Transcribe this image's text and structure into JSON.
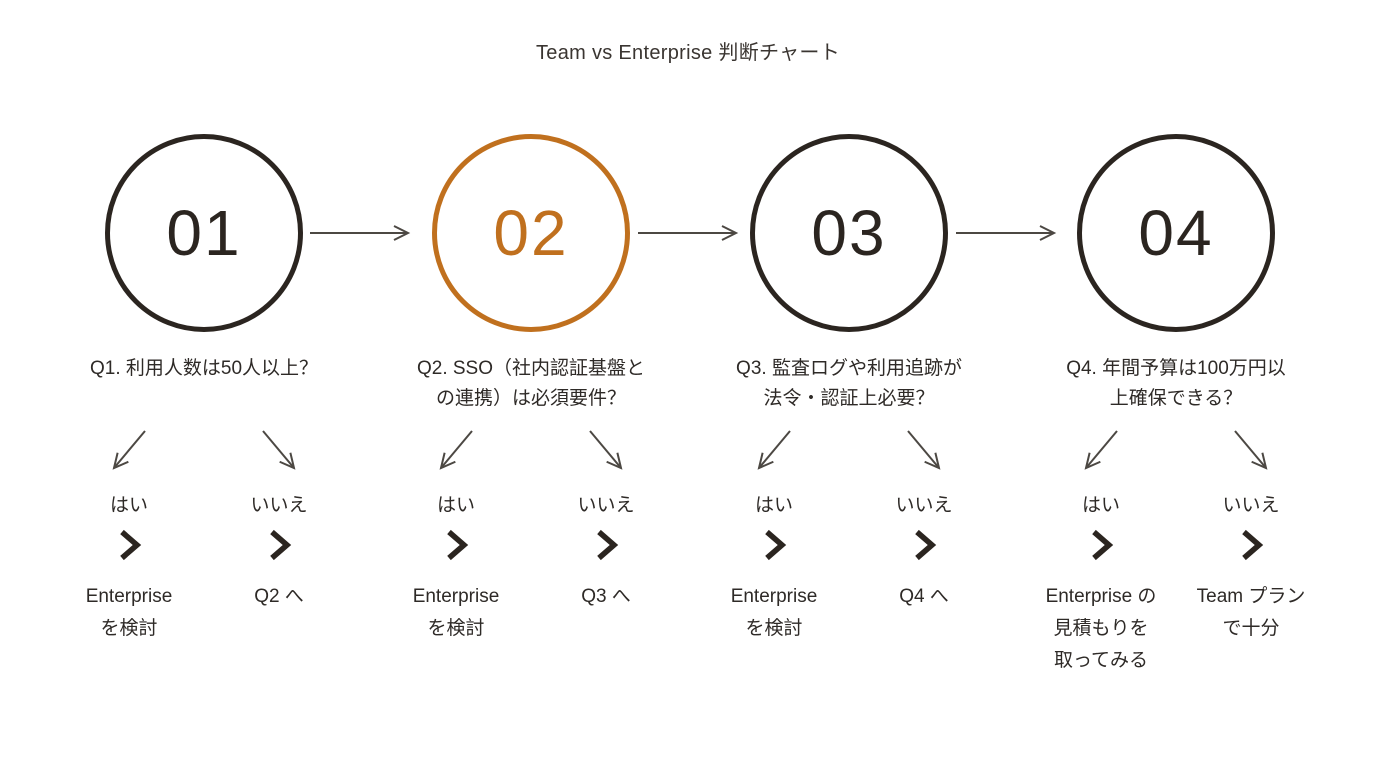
{
  "title": "Team vs Enterprise 判断チャート",
  "colors": {
    "accent": "#C0701E",
    "ink": "#2B2520",
    "arrow": "#4C4843"
  },
  "steps": [
    {
      "number": "01",
      "highlighted": false,
      "question": "Q1. 利用人数は50人以上？",
      "yes": {
        "label": "はい",
        "outcome": "Enterprise\nを検討"
      },
      "no": {
        "label": "いいえ",
        "outcome": "Q2 へ"
      }
    },
    {
      "number": "02",
      "highlighted": true,
      "question": "Q2. SSO（社内認証基盤と\nの連携）は必須要件？",
      "yes": {
        "label": "はい",
        "outcome": "Enterprise\nを検討"
      },
      "no": {
        "label": "いいえ",
        "outcome": "Q3 へ"
      }
    },
    {
      "number": "03",
      "highlighted": false,
      "question": "Q3. 監査ログや利用追跡が\n法令・認証上必要？",
      "yes": {
        "label": "はい",
        "outcome": "Enterprise\nを検討"
      },
      "no": {
        "label": "いいえ",
        "outcome": "Q4 へ"
      }
    },
    {
      "number": "04",
      "highlighted": false,
      "question": "Q4. 年間予算は100万円以\n上確保できる？",
      "yes": {
        "label": "はい",
        "outcome": "Enterprise の\n見積もりを\n取ってみる"
      },
      "no": {
        "label": "いいえ",
        "outcome": "Team プラン\nで十分"
      }
    }
  ]
}
